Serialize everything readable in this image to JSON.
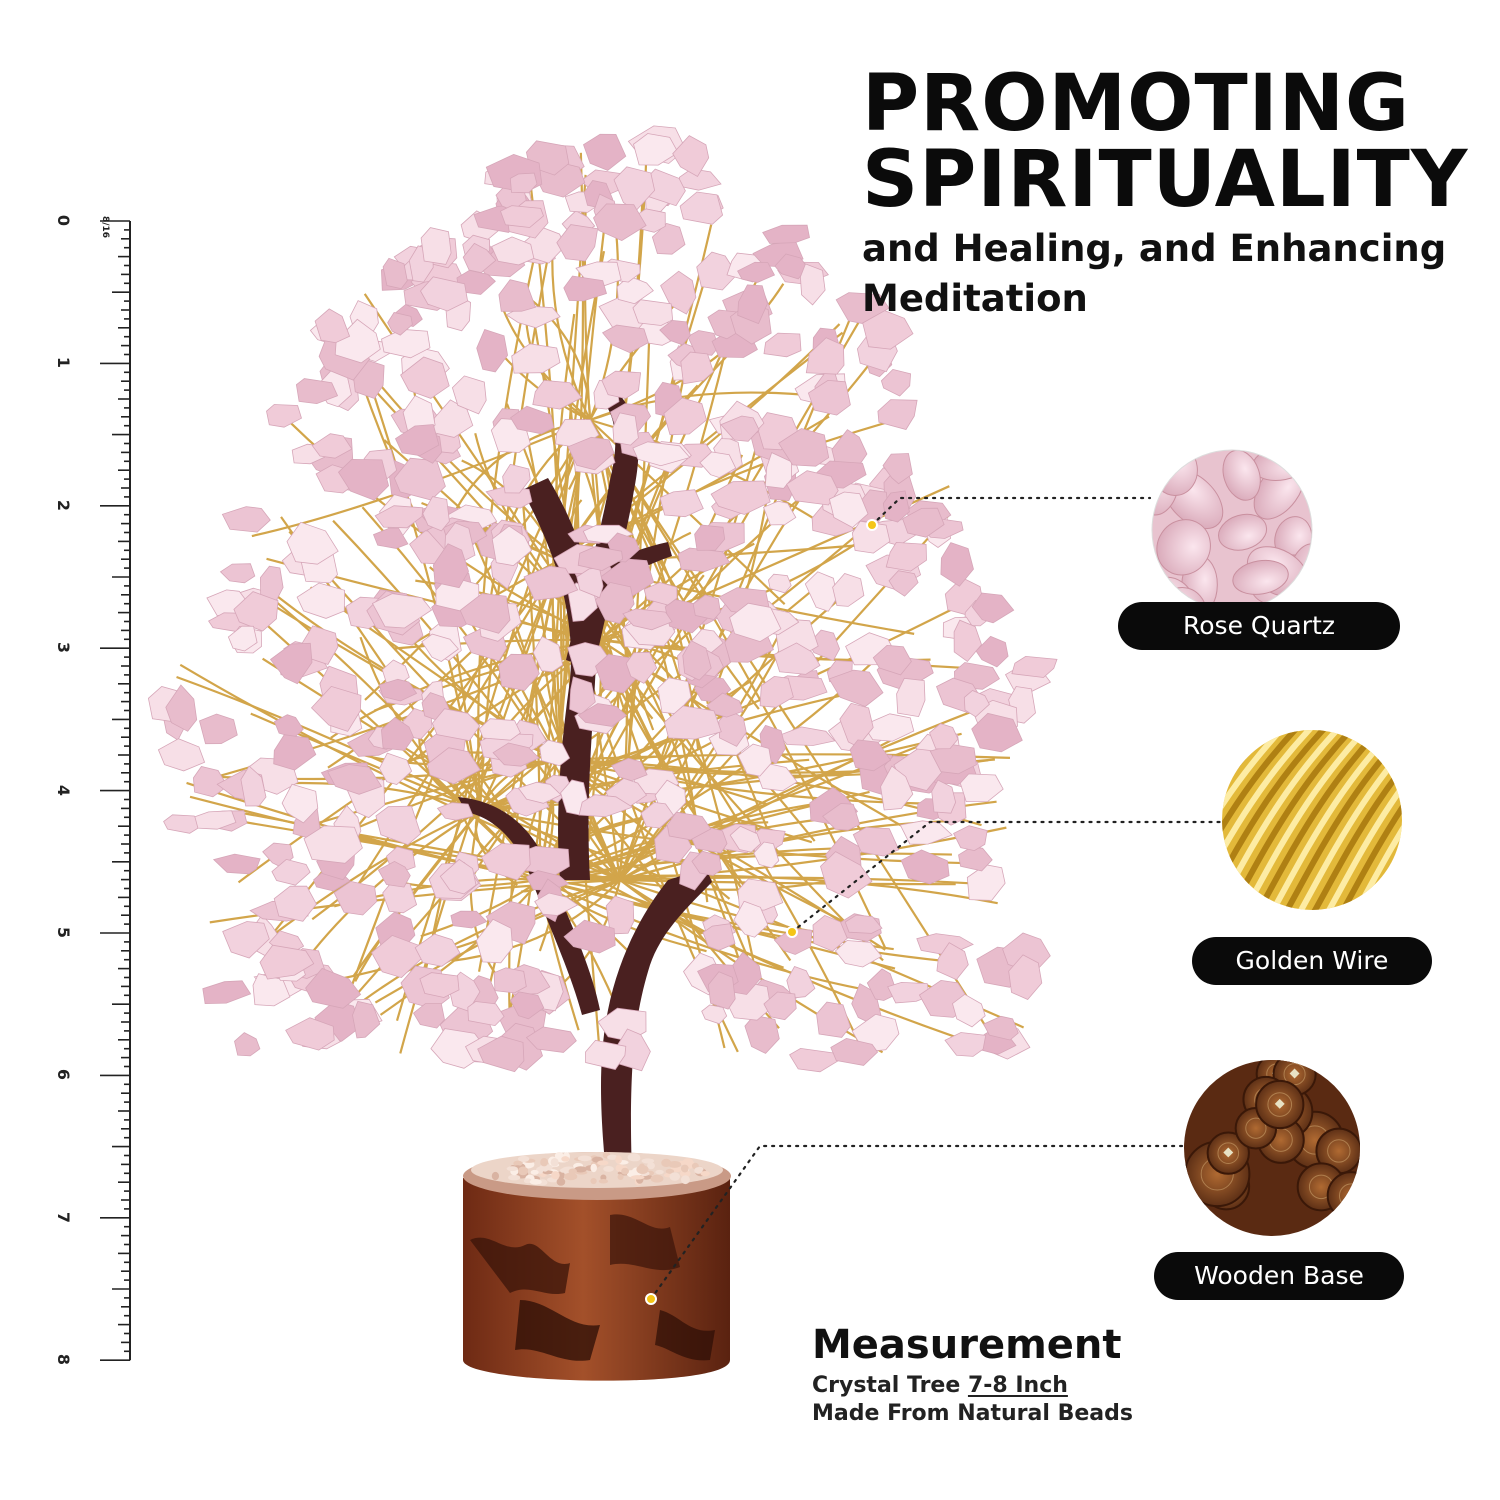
{
  "headline": {
    "line1": "PROMOTING",
    "line2": "SPIRITUALITY",
    "line3": "and Healing, and Enhancing",
    "line4": "Meditation"
  },
  "features": [
    {
      "label": "Rose Quartz",
      "icon": "rose-quartz-icon"
    },
    {
      "label": "Golden Wire",
      "icon": "golden-wire-icon"
    },
    {
      "label": "Wooden Base",
      "icon": "wooden-base-icon"
    }
  ],
  "measurement": {
    "title": "Measurement",
    "line1_prefix": "Crystal Tree ",
    "line1_size": "7-8 Inch",
    "line2": "Made From Natural Beads"
  },
  "ruler": {
    "labels": [
      "0",
      "1",
      "2",
      "3",
      "4",
      "5",
      "6",
      "7",
      "8"
    ],
    "fraction_label": "8/16"
  },
  "colors": {
    "rose": "#f1cfdc",
    "gold": "#d3a64a",
    "trunk": "#4a2020",
    "pill": "#0a0a0a",
    "wood": "#8a3a1c"
  }
}
